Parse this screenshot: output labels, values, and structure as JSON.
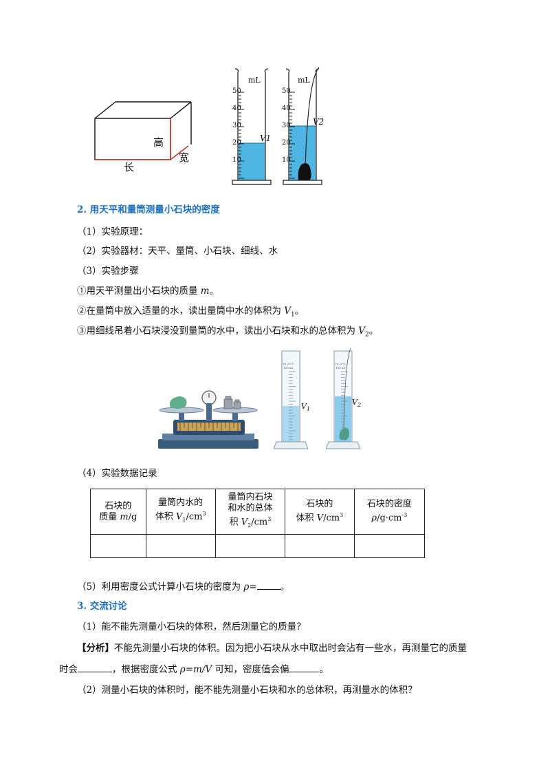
{
  "figure_box": {
    "label_height": "高",
    "label_length": "长",
    "label_width": "宽"
  },
  "figure_cylinders": {
    "unit": "mL",
    "ticks": [
      "50",
      "40",
      "30",
      "20",
      "10"
    ],
    "label_v1": "V1",
    "label_v2": "V2"
  },
  "section2": {
    "heading": "2. 用天平和量筒测量小石块的密度",
    "item1": "（1）实验原理：",
    "item2": "（2）实验器材：天平、量筒、小石块、细线、水",
    "item3": "（3）实验步骤",
    "step1_pre": "①用天平测量出小石块的质量 ",
    "step1_var": "m",
    "step1_post": "。",
    "step2_pre": "②在量筒中放入适量的水，读出量筒中水的体积为 ",
    "step2_var": "V",
    "step2_sub": "1",
    "step2_post": "。",
    "step3_pre": "③用细线吊着小石块浸没到量筒的水中，读出小石块和水的总体积为 ",
    "step3_var": "V",
    "step3_sub": "2",
    "step3_post": "。"
  },
  "figure_apparatus": {
    "cyl_text_line1": "In 20°C",
    "cyl_text_line2": "100 ml",
    "label_v1": "V",
    "label_v1_sub": "1",
    "label_v2": "V",
    "label_v2_sub": "2"
  },
  "item4": "（4）实验数据记录",
  "table": {
    "col1_a": "石块的",
    "col1_b": "质量 ",
    "col1_var": "m",
    "col1_unit": "/g",
    "col2_a": "量筒内水的",
    "col2_b": "体积 ",
    "col2_var": "V",
    "col2_sub": "1",
    "col2_unit": "/cm",
    "col2_sup": "3",
    "col3_a": "量筒内石块",
    "col3_b": "和水的总体",
    "col3_c": "积 ",
    "col3_var": "V",
    "col3_sub": "2",
    "col3_unit": "/cm",
    "col3_sup": "3",
    "col4_a": "石块的",
    "col4_b": "体积 ",
    "col4_var": "V",
    "col4_unit": "/cm",
    "col4_sup": "3",
    "col5_a": "石块的密度",
    "col5_var": "ρ",
    "col5_unit": "/g·cm",
    "col5_sup": "-3"
  },
  "item5_pre": "（5）利用密度公式计算小石块的密度为 ",
  "item5_var": "ρ",
  "item5_eq": "=",
  "item5_post": "。",
  "section3": {
    "heading": "3. 交流讨论",
    "q1": "（1）能不能先测量小石块的体积，然后测量它的质量？",
    "analysis_tag": "【分析】",
    "analysis_a": "不能先测量小石块的体积。因为把小石块从水中取出时会沾有一些水，再测量它的质量",
    "analysis_b1": "时会",
    "analysis_b2": "，根据密度公式 ",
    "analysis_formula": "ρ=m/V",
    "analysis_b3": " 可知，密度值会偏",
    "analysis_b4": "。",
    "q2": "（2）测量小石块的体积时，能不能先测量小石块和水的总体积，再测量水的体积？"
  }
}
